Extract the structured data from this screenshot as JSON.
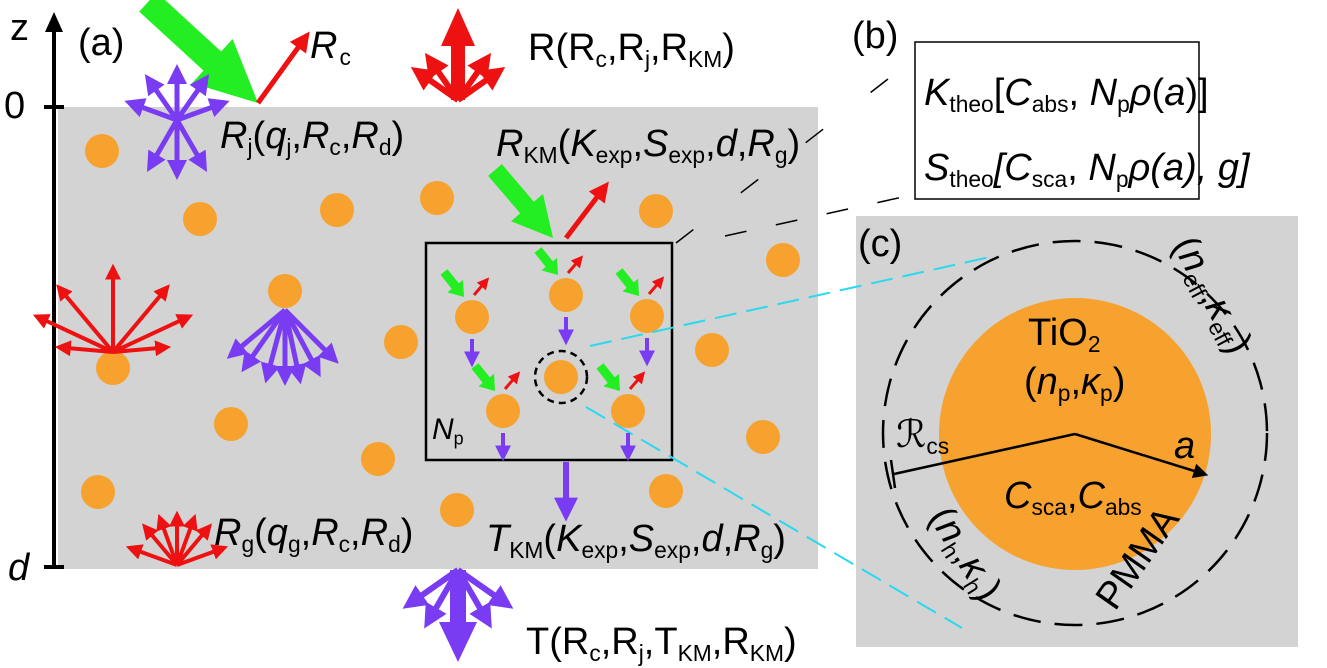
{
  "colors": {
    "slab": "#d3d3d3",
    "particle": "#f7a12e",
    "red": "#ee1111",
    "purple": "#7a3cf2",
    "green": "#22ee22",
    "cyan": "#2ad8f0",
    "text_red": "#ee1111",
    "text_purple": "#7a3cf2"
  },
  "panel_labels": {
    "a": "(a)",
    "b": "(b)",
    "c": "(c)"
  },
  "axis": {
    "z": "z",
    "zero": "0",
    "d": "d"
  },
  "labels": {
    "Rc": {
      "main": "R",
      "sub": "c"
    },
    "R_total": [
      {
        "t": "R(R",
        "s": "n"
      },
      {
        "t": "c",
        "s": "sub"
      },
      {
        "t": ",R",
        "s": "n"
      },
      {
        "t": "j",
        "s": "sub"
      },
      {
        "t": ",R",
        "s": "n"
      },
      {
        "t": "KM",
        "s": "sub"
      },
      {
        "t": ")",
        "s": "n"
      }
    ],
    "Rj": [
      {
        "t": "R",
        "s": "i"
      },
      {
        "t": "j",
        "s": "sub"
      },
      {
        "t": "(",
        "s": "n"
      },
      {
        "t": "q",
        "s": "i"
      },
      {
        "t": "j",
        "s": "sub"
      },
      {
        "t": ",",
        "s": "n"
      },
      {
        "t": "R",
        "s": "i"
      },
      {
        "t": "c",
        "s": "sub"
      },
      {
        "t": ",",
        "s": "n"
      },
      {
        "t": "R",
        "s": "i"
      },
      {
        "t": "d",
        "s": "sub"
      },
      {
        "t": ")",
        "s": "n"
      }
    ],
    "RKM": [
      {
        "t": "R",
        "s": "i"
      },
      {
        "t": "KM",
        "s": "sub"
      },
      {
        "t": "(",
        "s": "n"
      },
      {
        "t": "K",
        "s": "i"
      },
      {
        "t": "exp",
        "s": "sub"
      },
      {
        "t": ",",
        "s": "n"
      },
      {
        "t": "S",
        "s": "i"
      },
      {
        "t": "exp",
        "s": "sub"
      },
      {
        "t": ",",
        "s": "n"
      },
      {
        "t": "d",
        "s": "i"
      },
      {
        "t": ",",
        "s": "n"
      },
      {
        "t": "R",
        "s": "i"
      },
      {
        "t": "g",
        "s": "sub"
      },
      {
        "t": ")",
        "s": "n"
      }
    ],
    "Rg": [
      {
        "t": "R",
        "s": "i"
      },
      {
        "t": "g",
        "s": "sub"
      },
      {
        "t": "(",
        "s": "n"
      },
      {
        "t": "q",
        "s": "i"
      },
      {
        "t": "g",
        "s": "sub"
      },
      {
        "t": ",",
        "s": "n"
      },
      {
        "t": "R",
        "s": "i"
      },
      {
        "t": "c",
        "s": "sub"
      },
      {
        "t": ",",
        "s": "n"
      },
      {
        "t": "R",
        "s": "i"
      },
      {
        "t": "d",
        "s": "sub"
      },
      {
        "t": ")",
        "s": "n"
      }
    ],
    "TKM": [
      {
        "t": "T",
        "s": "i"
      },
      {
        "t": "KM",
        "s": "sub"
      },
      {
        "t": "(",
        "s": "n"
      },
      {
        "t": "K",
        "s": "i"
      },
      {
        "t": "exp",
        "s": "sub"
      },
      {
        "t": ",",
        "s": "n"
      },
      {
        "t": "S",
        "s": "i"
      },
      {
        "t": "exp",
        "s": "sub"
      },
      {
        "t": ",",
        "s": "n"
      },
      {
        "t": "d",
        "s": "i"
      },
      {
        "t": ",",
        "s": "n"
      },
      {
        "t": "R",
        "s": "i"
      },
      {
        "t": "g",
        "s": "sub"
      },
      {
        "t": ")",
        "s": "n"
      }
    ],
    "T_total": [
      {
        "t": "T(R",
        "s": "n"
      },
      {
        "t": "c",
        "s": "sub"
      },
      {
        "t": ",R",
        "s": "n"
      },
      {
        "t": "j",
        "s": "sub"
      },
      {
        "t": ",T",
        "s": "n"
      },
      {
        "t": "KM",
        "s": "sub"
      },
      {
        "t": ",R",
        "s": "n"
      },
      {
        "t": "KM",
        "s": "sub"
      },
      {
        "t": ")",
        "s": "n"
      }
    ],
    "Np": [
      {
        "t": "N",
        "s": "i"
      },
      {
        "t": "p",
        "s": "sub"
      }
    ],
    "Ktheo": [
      {
        "t": "K",
        "s": "i"
      },
      {
        "t": "theo",
        "s": "sub"
      },
      {
        "t": "[",
        "s": "n"
      },
      {
        "t": "C",
        "s": "i"
      },
      {
        "t": "abs",
        "s": "sub"
      },
      {
        "t": ", ",
        "s": "n"
      },
      {
        "t": "N",
        "s": "i"
      },
      {
        "t": "p",
        "s": "sub"
      },
      {
        "t": "ρ",
        "s": "i"
      },
      {
        "t": "(",
        "s": "n"
      },
      {
        "t": "a",
        "s": "i"
      },
      {
        "t": ")]",
        "s": "n"
      }
    ],
    "Stheo": [
      {
        "t": "S",
        "s": "i"
      },
      {
        "t": "theo",
        "s": "sub"
      },
      {
        "t": "[",
        "s": "i"
      },
      {
        "t": "C",
        "s": "i"
      },
      {
        "t": "sca",
        "s": "sub"
      },
      {
        "t": ", ",
        "s": "n"
      },
      {
        "t": "N",
        "s": "i"
      },
      {
        "t": "p",
        "s": "sub"
      },
      {
        "t": "ρ",
        "s": "i"
      },
      {
        "t": "(",
        "s": "i"
      },
      {
        "t": "a",
        "s": "i"
      },
      {
        "t": "), g]",
        "s": "i"
      }
    ],
    "TiO2": [
      {
        "t": "TiO",
        "s": "n"
      },
      {
        "t": "2",
        "s": "sub"
      }
    ],
    "np_kp": [
      {
        "t": "(",
        "s": "n"
      },
      {
        "t": "n",
        "s": "i"
      },
      {
        "t": "p",
        "s": "sub"
      },
      {
        "t": ",",
        "s": "n"
      },
      {
        "t": "κ",
        "s": "i"
      },
      {
        "t": "p",
        "s": "sub"
      },
      {
        "t": ")",
        "s": "n"
      }
    ],
    "Rcs": [
      {
        "t": "ℛ",
        "s": "n"
      },
      {
        "t": "cs",
        "s": "sub"
      }
    ],
    "a": [
      {
        "t": "a",
        "s": "i"
      }
    ],
    "Csca_Cabs": [
      {
        "t": "C",
        "s": "i"
      },
      {
        "t": "sca",
        "s": "sub"
      },
      {
        "t": ",",
        "s": "n"
      },
      {
        "t": "C",
        "s": "i"
      },
      {
        "t": "abs",
        "s": "sub"
      }
    ],
    "neff_keff": [
      {
        "t": "(",
        "s": "n"
      },
      {
        "t": "n",
        "s": "i"
      },
      {
        "t": "eff",
        "s": "sub"
      },
      {
        "t": ",",
        "s": "n"
      },
      {
        "t": "κ",
        "s": "i"
      },
      {
        "t": "eff",
        "s": "sub"
      },
      {
        "t": ")",
        "s": "n"
      }
    ],
    "nh_kh": [
      {
        "t": "(",
        "s": "n"
      },
      {
        "t": "n",
        "s": "i"
      },
      {
        "t": "h",
        "s": "sub"
      },
      {
        "t": ",",
        "s": "n"
      },
      {
        "t": "κ",
        "s": "i"
      },
      {
        "t": "h",
        "s": "sub"
      },
      {
        "t": ")",
        "s": "n"
      }
    ],
    "PMMA": [
      {
        "t": "PMMA",
        "s": "n"
      }
    ]
  }
}
